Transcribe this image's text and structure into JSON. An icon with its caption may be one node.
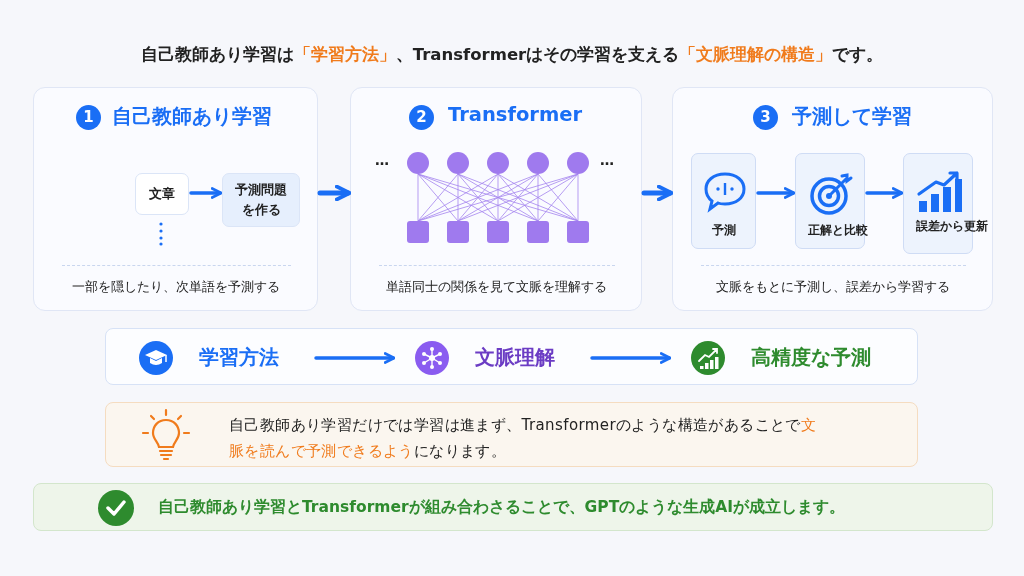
{
  "diagram": {
    "title": "自己教師あり学習は**「学習方法」**、Transformerはその学習を支える**「文脈理解の構造」**です。",
    "nodes": [
      {
        "text": [
          "1",
          "自己教師あり学習",
          "一部を隠したり、次単語を予測する"
        ]
      },
      {
        "text": [
          "文章"
        ],
        "in": 0
      },
      {
        "text": [
          "予測問題を作る"
        ],
        "in": 0
      },
      {
        "text": [
          "2",
          "Transformer",
          "単語同士の関係を見て文脈を理解する"
        ]
      },
      {
        "text": [
          "3",
          "予測して学習",
          "文脈をもとに予測し、誤差から学習する"
        ]
      },
      {
        "text": [
          "予測"
        ],
        "in": 4
      },
      {
        "text": [
          "正解と比較"
        ],
        "in": 4
      },
      {
        "text": [
          "誤差から更新"
        ],
        "in": 4
      },
      {
        "text": [],
        "shape": "box"
      },
      {
        "text": [
          "学習方法"
        ],
        "in": 8
      },
      {
        "text": [
          "文脈理解"
        ],
        "in": 8
      },
      {
        "text": [
          "高精度な予測"
        ],
        "in": 8
      },
      {
        "text": [
          "自己教師あり学習だけでは学習は進まず、Transformerのような構造があることで**文脈を読んで予測できるよう**になります。"
        ]
      },
      {
        "text": [
          "自己教師あり学習とTransformerが組み合わさることで、GPTのような生成AIが成立します。"
        ]
      }
    ],
    "edges": [
      {
        "from": 1,
        "to": 2,
        "arrow": "to"
      },
      {
        "from": 0,
        "to": 3,
        "arrow": "to"
      },
      {
        "from": 3,
        "to": 4,
        "arrow": "to"
      },
      {
        "from": 5,
        "to": 6,
        "arrow": "to"
      },
      {
        "from": 6,
        "to": 7,
        "arrow": "to"
      },
      {
        "from": 9,
        "to": 10,
        "arrow": "to"
      },
      {
        "from": 10,
        "to": 11,
        "arrow": "to"
      }
    ],
    "labels": [
      "…",
      "…"
    ]
  }
}
